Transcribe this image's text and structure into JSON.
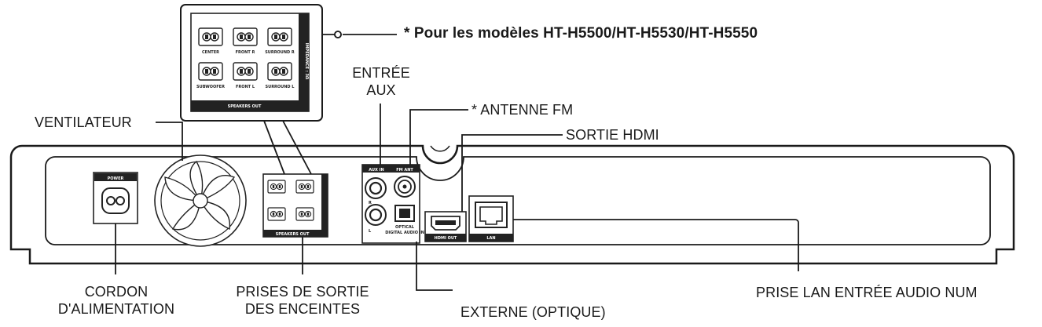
{
  "labels": {
    "models_note": "* Pour les modèles HT-H5500/HT-H5530/HT-H5550",
    "aux_in_line1": "ENTRÉE",
    "aux_in_line2": "AUX",
    "fm_antenna": "* ANTENNE FM",
    "hdmi_out": "SORTIE HDMI",
    "fan": "VENTILATEUR",
    "power_cord_line1": "CORDON",
    "power_cord_line2": "D'ALIMENTATION",
    "speaker_out_line1": "PRISES DE SORTIE",
    "speaker_out_line2": "DES ENCEINTES",
    "lan": "PRISE LAN ENTRÉE AUDIO NUM",
    "optical": "EXTERNE (OPTIQUE)"
  },
  "panel_markings": {
    "power": "POWER",
    "speakers_out": "SPEAKERS OUT",
    "impedance": "IMPEDANCE : 3Ω",
    "center": "CENTER",
    "front_r": "FRONT R",
    "surround_r": "SURROUND R",
    "subwoofer": "SUBWOOFER",
    "front_l": "FRONT L",
    "surround_l": "SURROUND L",
    "aux_in": "AUX IN",
    "fm_ant": "FM ANT",
    "optical": "OPTICAL",
    "digital_audio_in": "DIGITAL AUDIO IN",
    "hdmi_out": "HDMI OUT",
    "lan": "LAN",
    "r": "R",
    "l": "L"
  },
  "colors": {
    "line": "#1a1a1a",
    "panel": "#ffffff",
    "dark": "#222222"
  }
}
